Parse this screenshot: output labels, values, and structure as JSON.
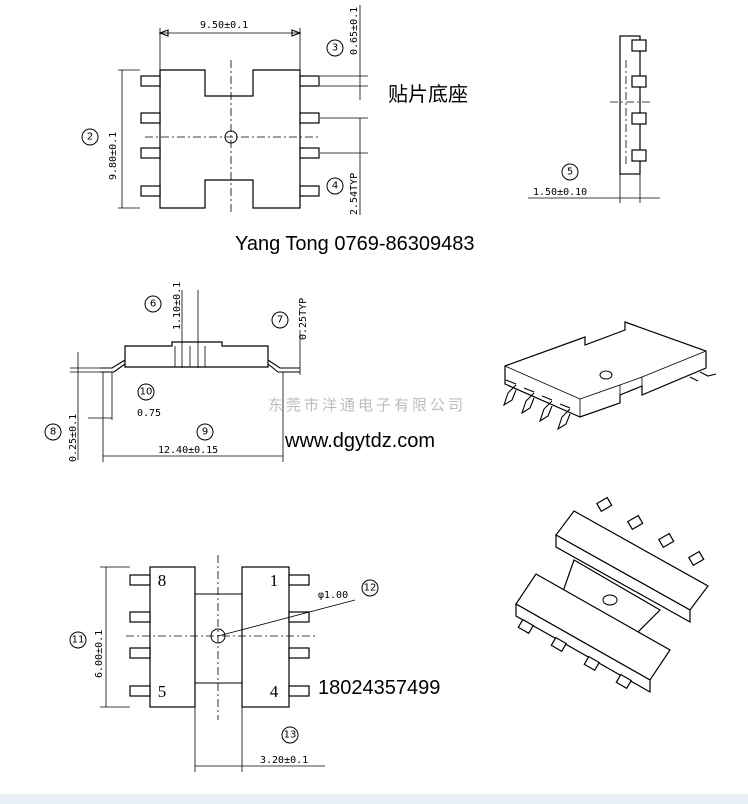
{
  "labels": {
    "product": "贴片底座",
    "contact": "Yang Tong 0769-86309483",
    "website": "www.dgytdz.com",
    "phone": "18024357499",
    "watermark": "东莞市洋通电子有限公司"
  },
  "dimensions": {
    "width_top": "9.50±0.1",
    "height_top": "9.80±0.1",
    "pin_width": "0.65±0.1",
    "pitch": "2.54TYP",
    "side_thickness": "1.50±0.10",
    "body_height": "1.10±0.1",
    "lead_thickness": "0.25TYP",
    "lead_height": "0.25±0.1",
    "lead_offset": "0.75",
    "overall_length": "12.40±0.15",
    "bottom_height": "6.00±0.1",
    "hole": "φ1.00",
    "gap": "3.20±0.1"
  },
  "callouts": [
    "2",
    "3",
    "4",
    "5",
    "6",
    "7",
    "8",
    "9",
    "10",
    "11",
    "12",
    "13"
  ],
  "pins": {
    "p8": "8",
    "p1": "1",
    "p5": "5",
    "p4": "4"
  }
}
